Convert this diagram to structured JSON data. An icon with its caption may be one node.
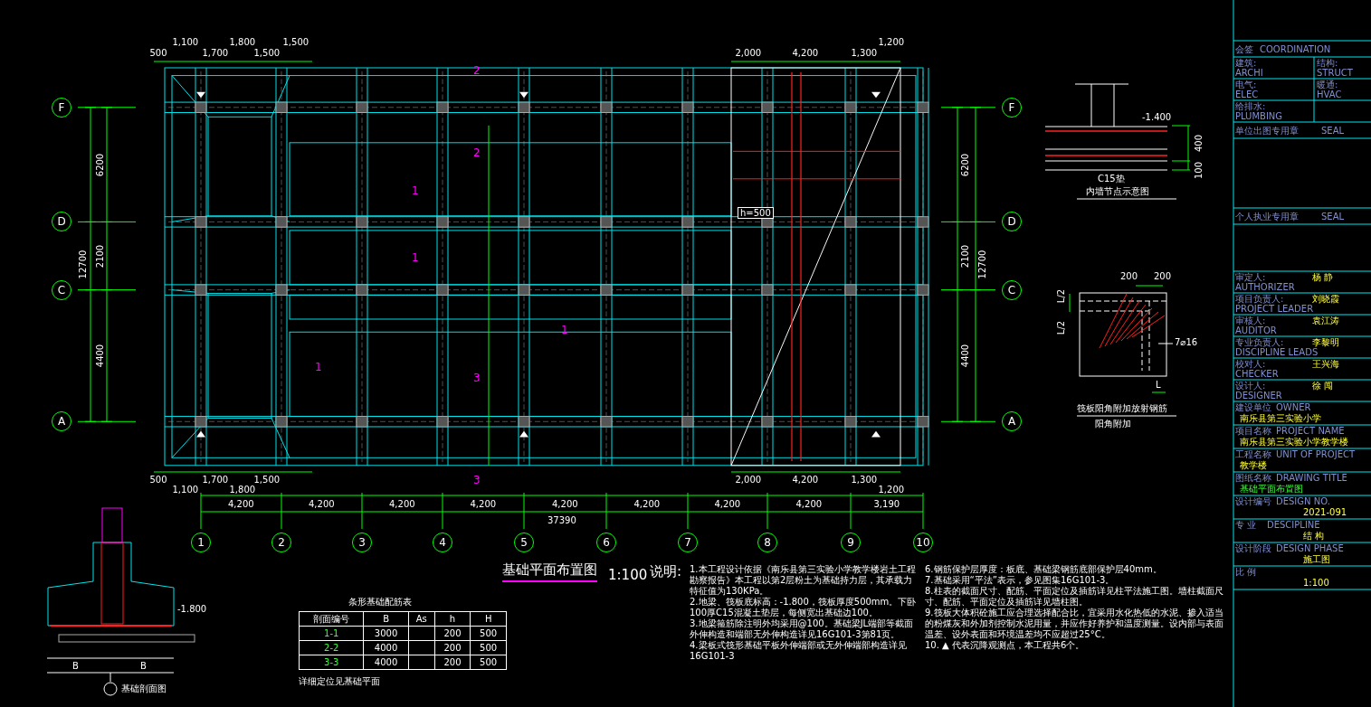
{
  "diagram": {
    "title": "基础平面布置图",
    "nodes": [
      {
        "text": [
          "F"
        ]
      },
      {
        "text": [
          "F"
        ]
      },
      {
        "text": [
          "D"
        ]
      },
      {
        "text": [
          "D"
        ]
      },
      {
        "text": [
          "C"
        ]
      },
      {
        "text": [
          "C"
        ]
      },
      {
        "text": [
          "A"
        ]
      },
      {
        "text": [
          "A"
        ]
      },
      {
        "text": [
          "1"
        ]
      },
      {
        "text": [
          "2"
        ]
      },
      {
        "text": [
          "3"
        ]
      },
      {
        "text": [
          "4"
        ]
      },
      {
        "text": [
          "5"
        ]
      },
      {
        "text": [
          "6"
        ]
      },
      {
        "text": [
          "7"
        ]
      },
      {
        "text": [
          "8"
        ]
      },
      {
        "text": [
          "9"
        ]
      },
      {
        "text": [
          "10"
        ]
      }
    ],
    "labels": [
      "4,200",
      "4,200",
      "4,200",
      "4,200",
      "4,200",
      "4,200",
      "4,200",
      "4,200",
      "3,190",
      "37390",
      "6200",
      "2100",
      "4400",
      "12700",
      "6200",
      "2100",
      "4400",
      "12700",
      "500",
      "1,100",
      "1,700",
      "1,800",
      "1,500",
      "1,500",
      "2,000",
      "4,200",
      "1,300",
      "1,200",
      "500",
      "1,100",
      "1,700",
      "1,800",
      "1,500",
      "2,000",
      "4,200",
      "1,300",
      "1,200",
      "2",
      "2",
      "1",
      "1",
      "1",
      "1",
      "3",
      "3",
      "h=500",
      "1:100",
      "说明:",
      "1.本工程设计依据《南乐县第三实验小学教学楼岩土工程勘察报告》本工程以第2层粉土为基础持力层，其承载力特征值为130KPa。",
      "2.地梁、筏板底标高：-1.800，筏板厚度500mm。下卧100厚C15混凝土垫层，每侧宽出基础边100。",
      "3.地梁箍筋除注明外均采用@100。基础梁JL端部等截面外伸构造和端部无外伸构造详见16G101-3第81页。",
      "4.梁板式筏形基础平板外伸端部或无外伸端部构造详见16G101-3",
      "6.钢筋保护层厚度：板底、基础梁钢筋底部保护层40mm。",
      "7.基础采用“平法”表示，参见图集16G101-3。",
      "8.柱表的截面尺寸、配筋、平面定位及插筋详见柱平法施工图。墙柱截面尺寸、配筋、平面定位及插筋详见墙柱图。",
      "9.筏板大体积砼施工应合理选择配合比，宜采用水化热低的水泥、掺入适当的粉煤灰和外加剂控制水泥用量，并应作好养护和温度测量。设内部与表面温差、设外表面和环境温差均不应超过25°C。",
      "10. ▲ 代表沉降观测点，本工程共6个。",
      "条形基础配筋表",
      "剖面编号",
      "B",
      "As",
      "h",
      "H",
      "1-1",
      "3000",
      "200",
      "500",
      "2-2",
      "4000",
      "200",
      "500",
      "3-3",
      "4000",
      "200",
      "500",
      "详细定位见基础平面",
      "-1.800",
      "B",
      "B",
      "基础剖面图",
      "-1.400",
      "400",
      "100",
      "C15垫",
      "内墙节点示意图",
      "200",
      "200",
      "L/2",
      "L/2",
      "7⌀16",
      "L",
      "筏板阳角附加放射钢筋",
      "阳角附加",
      "会签",
      "COORDINATION",
      "建筑:",
      "ARCHI",
      "结构:",
      "STRUCT",
      "电气:",
      "ELEC",
      "暖通:",
      "HVAC",
      "给排水:",
      "PLUMBING",
      "单位出图专用章",
      "SEAL",
      "个人执业专用章",
      "SEAL",
      "审定人:",
      "AUTHORIZER",
      "杨 静",
      "项目负责人:",
      "PROJECT LEADER",
      "刘晓霞",
      "审核人:",
      "AUDITOR",
      "袁江涛",
      "专业负责人:",
      "DISCIPLINE LEADS",
      "李黎明",
      "校对人:",
      "CHECKER",
      "王兴海",
      "设计人:",
      "DESIGNER",
      "徐 闯",
      "建设单位",
      "OWNER",
      "南乐县第三实验小学",
      "项目名称",
      "PROJECT NAME",
      "南乐县第三实验小学教学楼",
      "工程名称",
      "UNIT OF PROJECT",
      "教学楼",
      "图纸名称",
      "DRAWING TITLE",
      "基础平面布置图",
      "设计编号",
      "DESIGN NO.",
      "2021-091",
      "专 业",
      "DESCIPLINE",
      "结 构",
      "设计阶段",
      "DESIGN PHASE",
      "施工图",
      "比 例",
      "1:100"
    ]
  }
}
